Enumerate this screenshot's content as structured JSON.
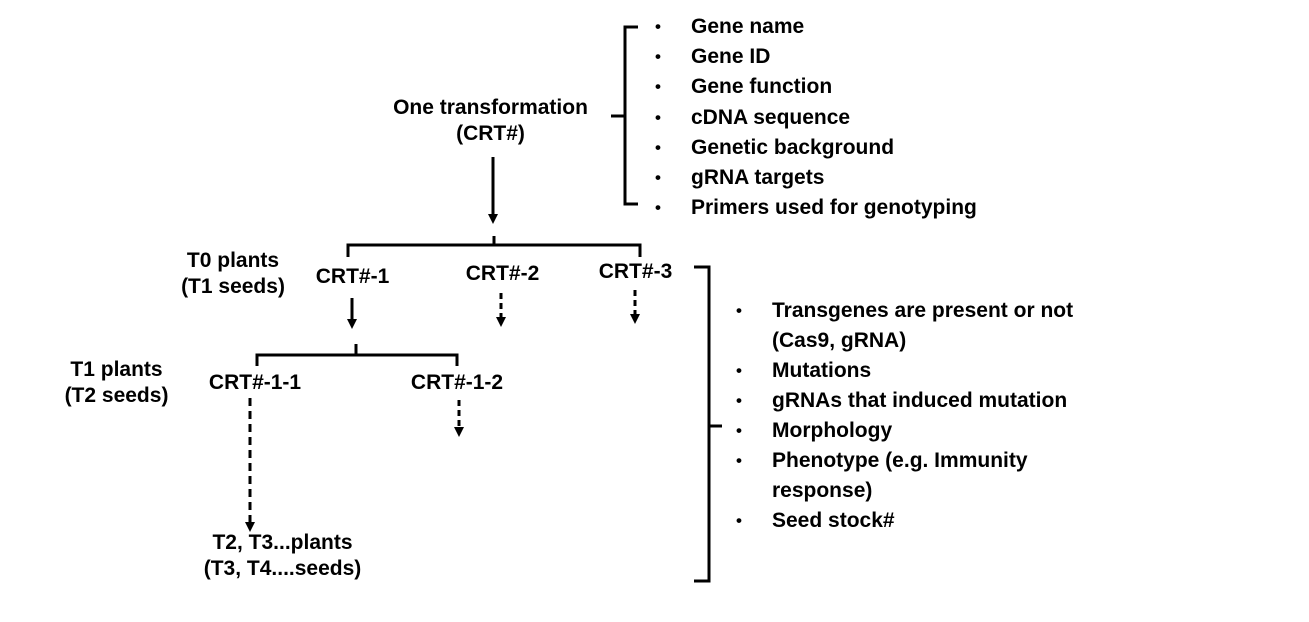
{
  "root": {
    "line1": "One transformation",
    "line2": "(CRT#)"
  },
  "gene_info": [
    "Gene name",
    "Gene ID",
    "Gene function",
    "cDNA sequence",
    "Genetic background",
    "gRNA targets",
    "Primers used for genotyping"
  ],
  "t0": {
    "label1": "T0 plants",
    "label2": "(T1 seeds)",
    "nodes": [
      "CRT#-1",
      "CRT#-2",
      "CRT#-3"
    ]
  },
  "t1": {
    "label1": "T1 plants",
    "label2": "(T2 seeds)",
    "nodes": [
      "CRT#-1-1",
      "CRT#-1-2"
    ]
  },
  "t2": {
    "line1": "T2, T3...plants",
    "line2": "(T3, T4....seeds)"
  },
  "line_info": [
    {
      "line1": "Transgenes are present or not",
      "line2": "(Cas9, gRNA)"
    },
    {
      "line1": "Mutations"
    },
    {
      "line1": "gRNAs that induced mutation"
    },
    {
      "line1": "Morphology"
    },
    {
      "line1": "Phenotype (e.g. Immunity",
      "line2": "response)"
    },
    {
      "line1": "Seed stock#"
    }
  ]
}
